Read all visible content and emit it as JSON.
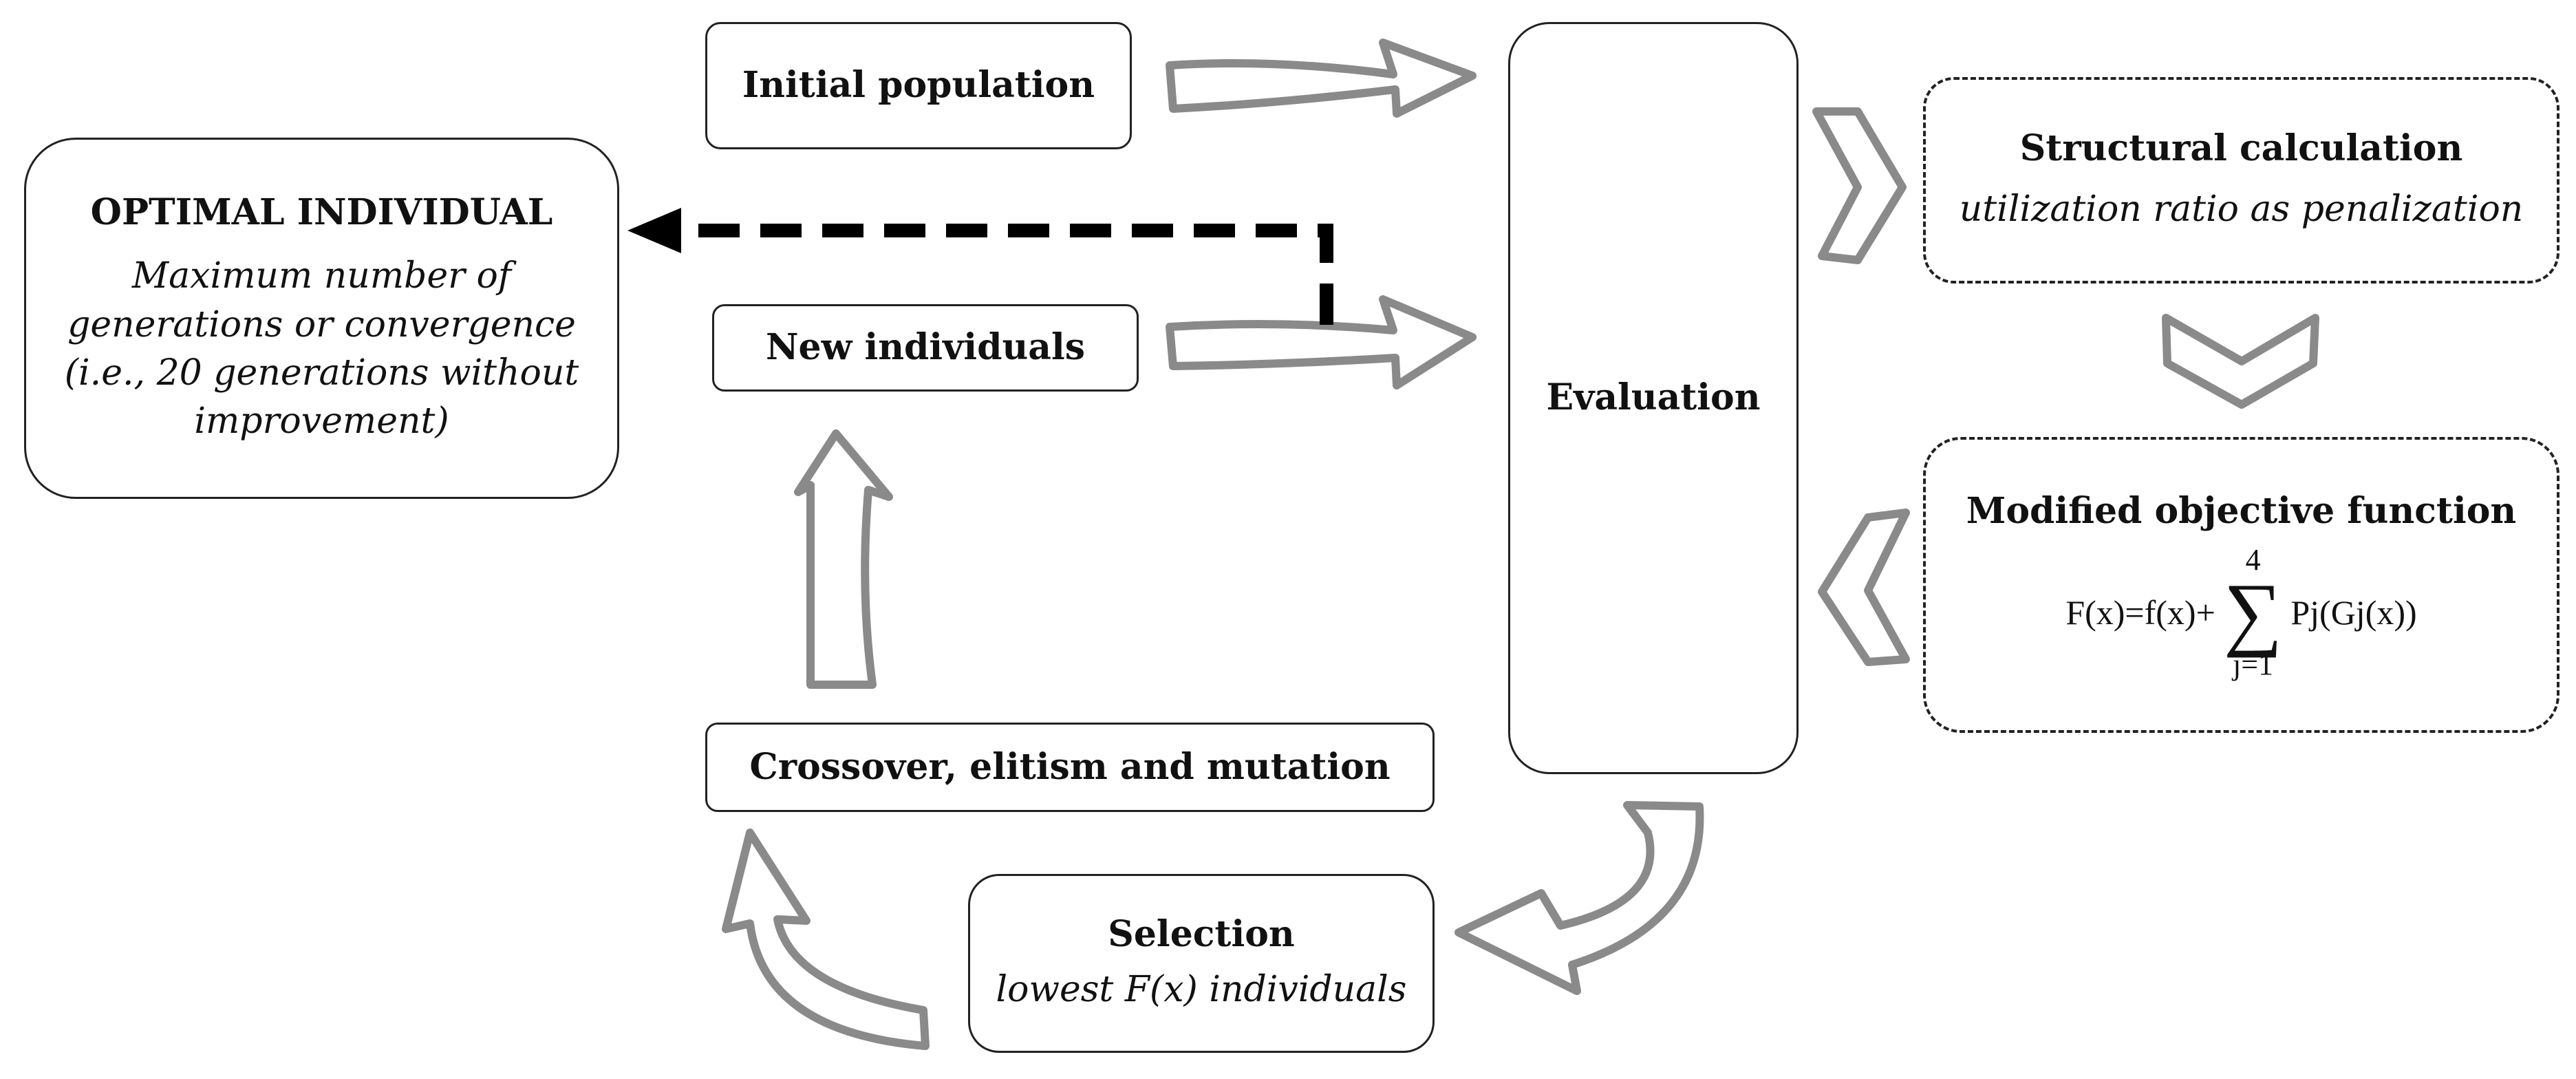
{
  "nodes": {
    "initial_population": "Initial population",
    "new_individuals": "New individuals",
    "evaluation": "Evaluation",
    "optimal": {
      "title": "OPTIMAL INDIVIDUAL",
      "line1": "Maximum number of",
      "line2": "generations or convergence",
      "line3": "(i.e., 20 generations without",
      "line4": "improvement)"
    },
    "structural": {
      "title": "Structural calculation",
      "subtitle": "utilization ratio as penalization"
    },
    "modified": {
      "title": "Modified objective function",
      "formula_lhs": "F(x)=f(x)+",
      "sum_upper": "4",
      "sum_lower": "j=1",
      "formula_term": "Pj(Gj(x))"
    },
    "crossover": "Crossover, elitism and mutation",
    "selection": {
      "title": "Selection",
      "subtitle": "lowest F(x) individuals"
    }
  },
  "colors": {
    "arrow_fill": "#ffffff",
    "arrow_stroke": "#8a8a8a",
    "dashed_arrow": "#000000",
    "box_border": "#222222"
  }
}
